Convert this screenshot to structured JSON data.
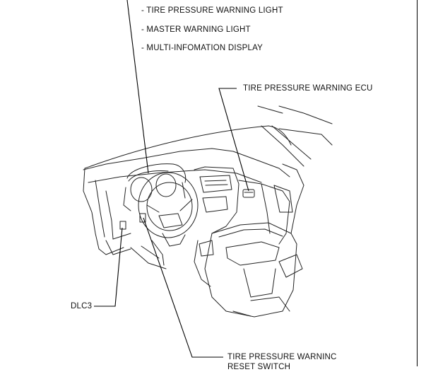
{
  "callouts": {
    "tire_pressure_warning_light": "- TIRE PRESSURE WARNING LIGHT",
    "master_warning_light": "- MASTER WARNING LIGHT",
    "multi_information_display": "- MULTI-INFOMATION DISPLAY",
    "tire_pressure_warning_ecu": "TIRE PRESSURE WARNING ECU",
    "dlc3": "DLC3",
    "tire_pressure_warning_reset_switch_line1": "TIRE PRESSURE WARNINC",
    "tire_pressure_warning_reset_switch_line2": "RESET SWITCH"
  },
  "colors": {
    "line": "#111111",
    "background": "#ffffff"
  }
}
